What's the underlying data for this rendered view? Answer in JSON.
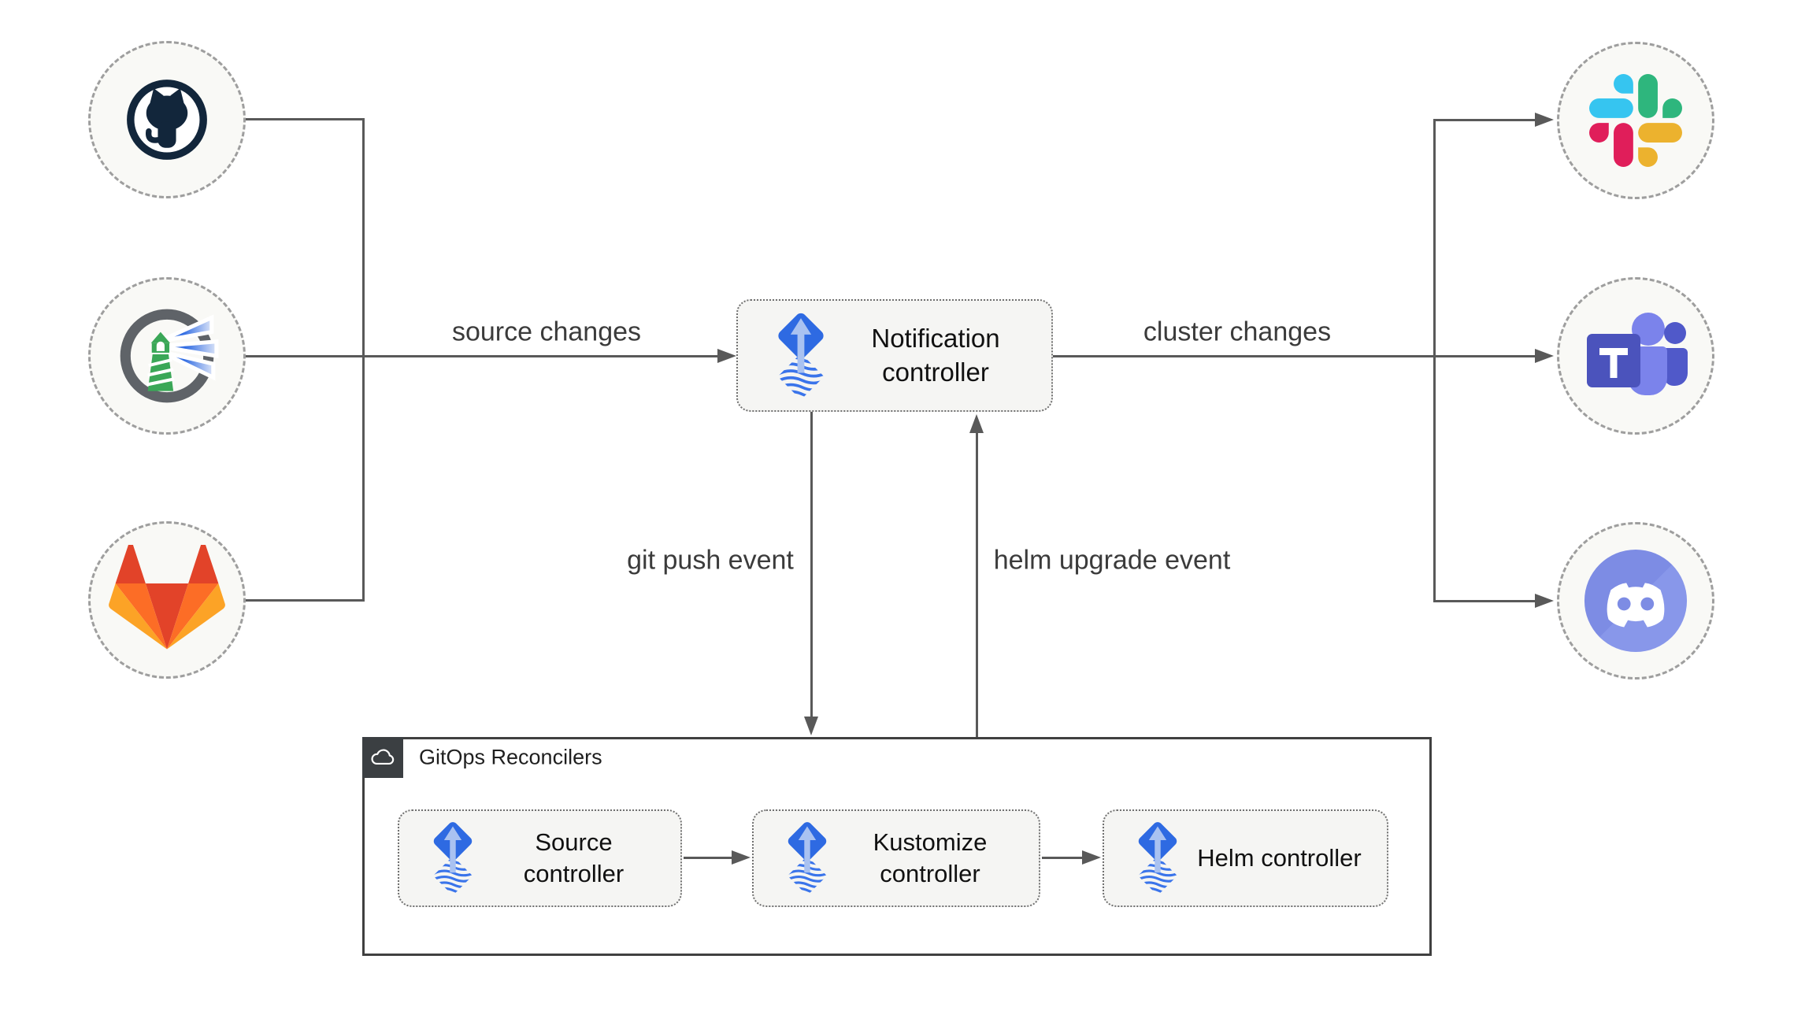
{
  "diagram": {
    "type": "flux-notification-architecture",
    "background": "#ffffff",
    "edge_color": "#595959",
    "node_fill": "#f9f9f6",
    "box_fill": "#f5f5f3"
  },
  "nodes": {
    "notification": {
      "label": "Notification controller"
    },
    "source": {
      "label": "Source controller"
    },
    "kustomize": {
      "label": "Kustomize controller"
    },
    "helm": {
      "label": "Helm controller"
    }
  },
  "container": {
    "title": "GitOps Reconcilers",
    "icon": "cloud-icon"
  },
  "edges": {
    "source_changes": "source changes",
    "cluster_changes": "cluster changes",
    "git_push_event": "git push event",
    "helm_upgrade_event": "helm upgrade event"
  },
  "sources": [
    {
      "id": "github",
      "icon": "github-icon",
      "color": "#12263b"
    },
    {
      "id": "harbor",
      "icon": "harbor-icon",
      "colors": {
        "ring": "#5f6368",
        "lighthouse": "#3aa757",
        "beam": "#2e6ae2"
      }
    },
    {
      "id": "gitlab",
      "icon": "gitlab-icon",
      "colors": {
        "red": "#e24329",
        "orange": "#fc6d26",
        "yellow": "#fca326"
      }
    }
  ],
  "targets": [
    {
      "id": "slack",
      "icon": "slack-icon",
      "colors": {
        "blue": "#36c5f0",
        "green": "#2eb67d",
        "yellow": "#ecb22e",
        "red": "#e01e5a"
      }
    },
    {
      "id": "teams",
      "icon": "teams-icon",
      "colors": {
        "dark": "#4b53bc",
        "mid": "#5059c9",
        "light": "#7b83eb"
      }
    },
    {
      "id": "discord",
      "icon": "discord-icon",
      "colors": {
        "blurple": "#7d8ce4"
      }
    }
  ],
  "flux_icon": {
    "name": "flux-icon",
    "colors": {
      "diamond": "#2e6ae2",
      "arrow": "#a9c2f1",
      "waves": "#3a74ea"
    }
  }
}
